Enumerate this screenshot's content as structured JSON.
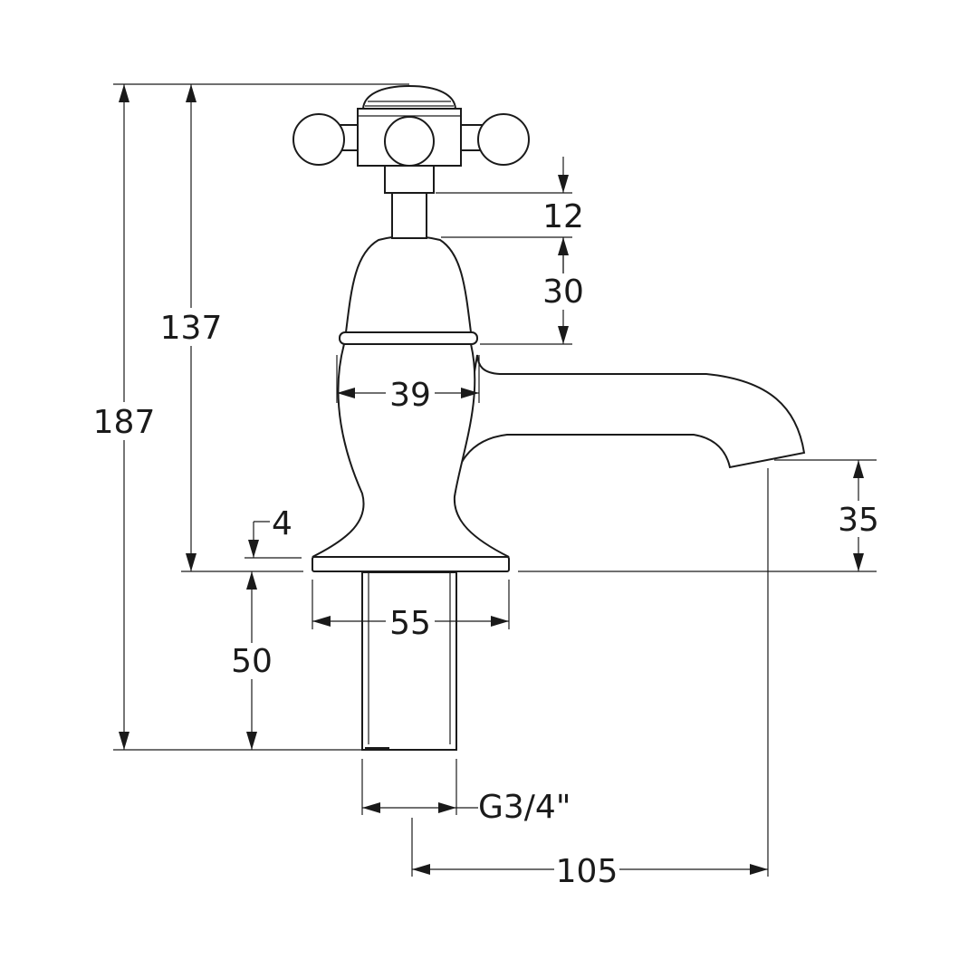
{
  "dimensions": {
    "overall_height": "187",
    "height_to_base": "137",
    "headwork_gap": "12",
    "shroud_height": "30",
    "body_width": "39",
    "base_thickness": "4",
    "spout_height": "35",
    "base_width": "55",
    "tail_length": "50",
    "thread_size": "G3/4\"",
    "spout_reach": "105"
  },
  "colors": {
    "line": "#1a1a1a",
    "background": "#ffffff"
  }
}
